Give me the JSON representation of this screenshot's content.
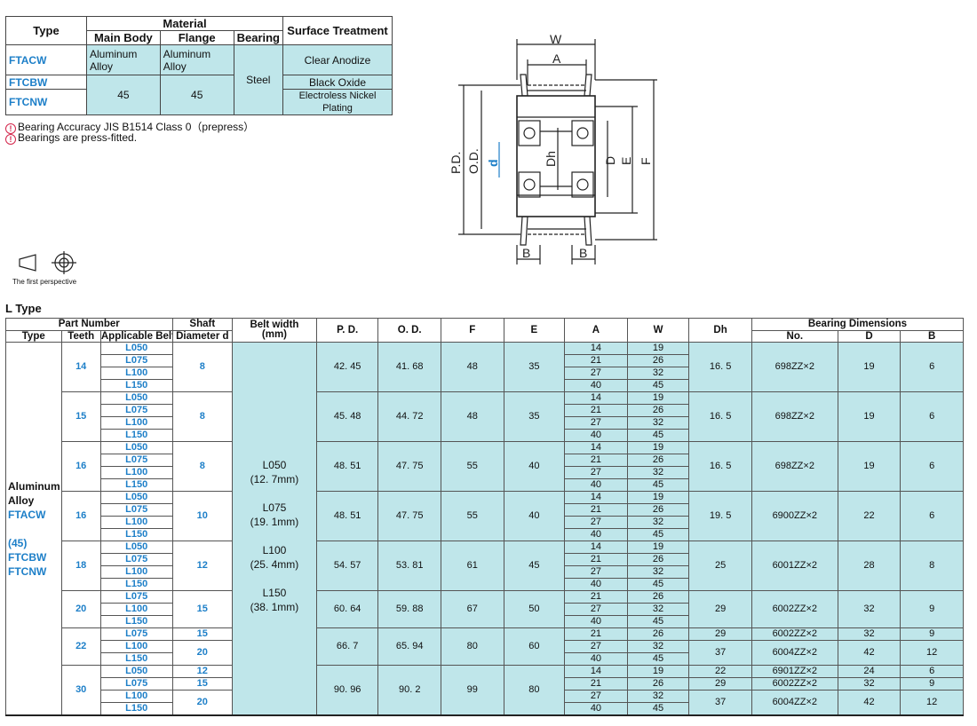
{
  "material_table": {
    "h_type": "Type",
    "h_material": "Material",
    "h_main_body": "Main Body",
    "h_flange": "Flange",
    "h_bearing": "Bearing",
    "h_surface": "Surface Treatment",
    "types": [
      "FTACW",
      "FTCBW",
      "FTCNW"
    ],
    "main_body_al": "Aluminum Alloy",
    "flange_al": "Aluminum Alloy",
    "main_body_45": "45",
    "flange_45": "45",
    "bearing": "Steel",
    "surfaces": [
      "Clear Anodize",
      "Black Oxide",
      "Electroless Nickel Plating"
    ]
  },
  "notes": [
    "Bearing Accuracy JIS B1514 Class 0（prepress）",
    "Bearings are press-fitted."
  ],
  "drawing": {
    "labels": {
      "W": "W",
      "A": "A",
      "PD": "P.D.",
      "OD": "O.D.",
      "d": "d",
      "Dh": "Dh",
      "D": "D",
      "E": "E",
      "F": "F",
      "B1": "B",
      "B2": "B"
    }
  },
  "perspective_label": "The first perspective",
  "section_title": "L Type",
  "main_table": {
    "h_part_number": "Part Number",
    "h_type": "Type",
    "h_teeth": "Teeth",
    "h_belt": "Applicable Belt",
    "h_shaft": "Shaft",
    "h_shaft2": "Diameter d",
    "h_beltwidth": "Belt width",
    "h_beltwidth_unit": "(mm)",
    "h_pd": "P. D.",
    "h_od": "O. D.",
    "h_f": "F",
    "h_e": "E",
    "h_a": "A",
    "h_w": "W",
    "h_dh": "Dh",
    "h_bearing": "Bearing Dimensions",
    "h_no": "No.",
    "h_d": "D",
    "h_b": "B",
    "type_lines": [
      "Aluminum",
      "Alloy",
      "FTACW",
      "",
      "(45)",
      "FTCBW",
      "FTCNW"
    ],
    "belt_width": [
      "L050",
      "(12. 7mm)",
      "L075",
      "(19. 1mm)",
      "L100",
      "(25. 4mm)",
      "L150",
      "(38. 1mm)"
    ],
    "groups": [
      {
        "teeth": "14",
        "belts": [
          "L050",
          "L075",
          "L100",
          "L150"
        ],
        "A": [
          "14",
          "21",
          "27",
          "40"
        ],
        "W": [
          "19",
          "26",
          "32",
          "45"
        ],
        "shaft": "8",
        "pd": "42. 45",
        "od": "41. 68",
        "f": "48",
        "e": "35",
        "dh": "16. 5",
        "no": "698ZZ×2",
        "d": "19",
        "b": "6"
      },
      {
        "teeth": "15",
        "belts": [
          "L050",
          "L075",
          "L100",
          "L150"
        ],
        "A": [
          "14",
          "21",
          "27",
          "40"
        ],
        "W": [
          "19",
          "26",
          "32",
          "45"
        ],
        "shaft": "8",
        "pd": "45. 48",
        "od": "44. 72",
        "f": "48",
        "e": "35",
        "dh": "16. 5",
        "no": "698ZZ×2",
        "d": "19",
        "b": "6"
      },
      {
        "teeth": "16",
        "belts": [
          "L050",
          "L075",
          "L100",
          "L150"
        ],
        "A": [
          "14",
          "21",
          "27",
          "40"
        ],
        "W": [
          "19",
          "26",
          "32",
          "45"
        ],
        "shaft": "8",
        "pd": "48. 51",
        "od": "47. 75",
        "f": "55",
        "e": "40",
        "dh": "16. 5",
        "no": "698ZZ×2",
        "d": "19",
        "b": "6"
      },
      {
        "teeth": "16",
        "belts": [
          "L050",
          "L075",
          "L100",
          "L150"
        ],
        "A": [
          "14",
          "21",
          "27",
          "40"
        ],
        "W": [
          "19",
          "26",
          "32",
          "45"
        ],
        "shaft": "10",
        "pd": "48. 51",
        "od": "47. 75",
        "f": "55",
        "e": "40",
        "dh": "19. 5",
        "no": "6900ZZ×2",
        "d": "22",
        "b": "6"
      },
      {
        "teeth": "18",
        "belts": [
          "L050",
          "L075",
          "L100",
          "L150"
        ],
        "A": [
          "14",
          "21",
          "27",
          "40"
        ],
        "W": [
          "19",
          "26",
          "32",
          "45"
        ],
        "shaft": "12",
        "pd": "54. 57",
        "od": "53. 81",
        "f": "61",
        "e": "45",
        "dh": "25",
        "no": "6001ZZ×2",
        "d": "28",
        "b": "8"
      },
      {
        "teeth": "20",
        "belts": [
          "L075",
          "L100",
          "L150"
        ],
        "A": [
          "21",
          "27",
          "40"
        ],
        "W": [
          "26",
          "32",
          "45"
        ],
        "shaft": "15",
        "pd": "60. 64",
        "od": "59. 88",
        "f": "67",
        "e": "50",
        "dh": "29",
        "no": "6002ZZ×2",
        "d": "32",
        "b": "9"
      }
    ],
    "group22": {
      "teeth": "22",
      "belts": [
        "L075",
        "L100",
        "L150"
      ],
      "A": [
        "21",
        "27",
        "40"
      ],
      "W": [
        "26",
        "32",
        "45"
      ],
      "shafts": [
        "15",
        "20"
      ],
      "pd": "66. 7",
      "od": "65. 94",
      "f": "80",
      "e": "60",
      "dh": [
        "29",
        "37"
      ],
      "no": [
        "6002ZZ×2",
        "6004ZZ×2"
      ],
      "d": [
        "32",
        "42"
      ],
      "b": [
        "9",
        "12"
      ]
    },
    "group30": {
      "teeth": "30",
      "belts": [
        "L050",
        "L075",
        "L100",
        "L150"
      ],
      "A": [
        "14",
        "21",
        "27",
        "40"
      ],
      "W": [
        "19",
        "26",
        "32",
        "45"
      ],
      "shafts": [
        "12",
        "15",
        "20"
      ],
      "pd": "90. 96",
      "od": "90. 2",
      "f": "99",
      "e": "80",
      "dh": [
        "22",
        "29",
        "37"
      ],
      "no": [
        "6901ZZ×2",
        "6002ZZ×2",
        "6004ZZ×2"
      ],
      "d": [
        "24",
        "32",
        "42"
      ],
      "b": [
        "6",
        "9",
        "12"
      ]
    }
  }
}
